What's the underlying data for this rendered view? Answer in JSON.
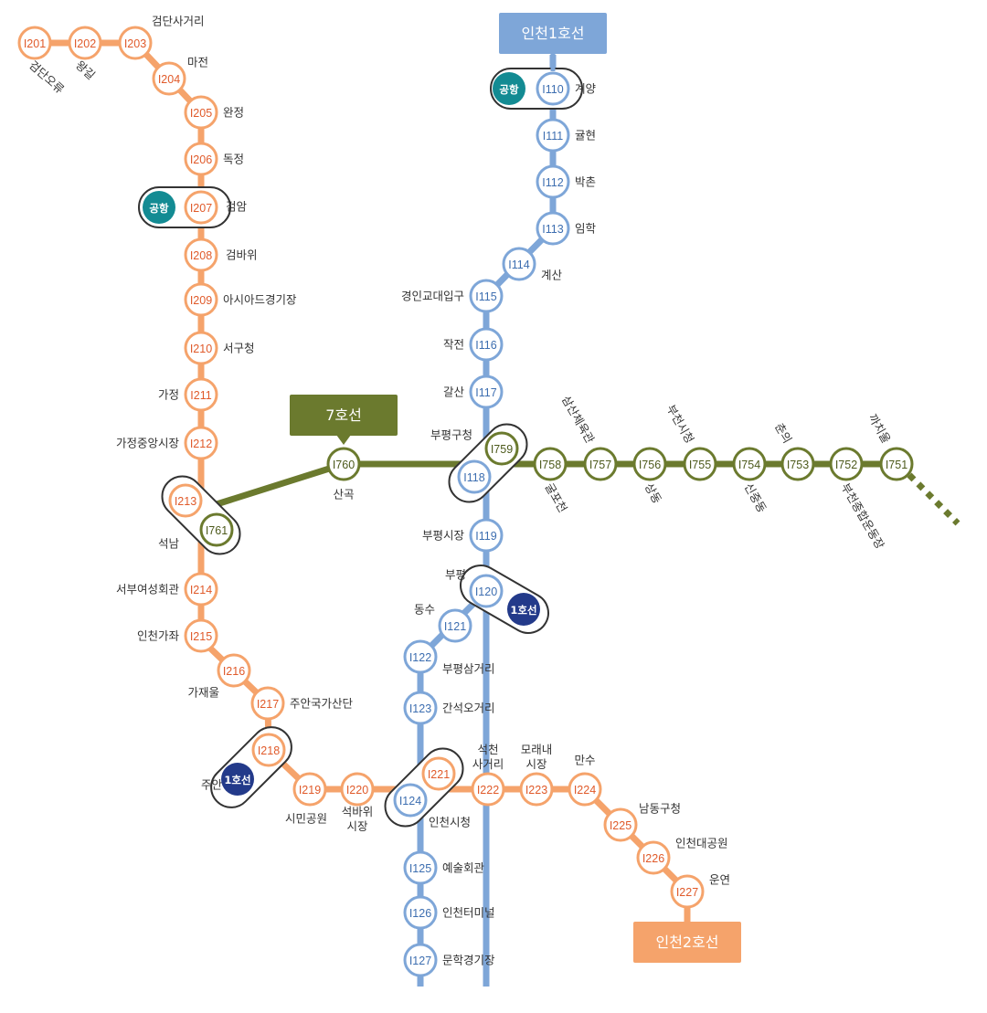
{
  "colors": {
    "line1": "#7ea6d8",
    "line1_code": "#3d6eb0",
    "line2": "#f5a36b",
    "line2_code": "#e05a2a",
    "line7": "#6b7a2e",
    "line7_code": "#4d5a1c",
    "airport": "#138b93",
    "korail1": "#233a8a"
  },
  "line_labels": {
    "incheon1": "인천1호선",
    "incheon2": "인천2호선",
    "seoul7": "7호선"
  },
  "badges": {
    "airport": "공항",
    "korail1": "1호선"
  },
  "line1_stations": [
    {
      "code": "I110",
      "name": "계양"
    },
    {
      "code": "I111",
      "name": "귤현"
    },
    {
      "code": "I112",
      "name": "박촌"
    },
    {
      "code": "I113",
      "name": "임학"
    },
    {
      "code": "I114",
      "name": "계산"
    },
    {
      "code": "I115",
      "name": "경인교대입구"
    },
    {
      "code": "I116",
      "name": "작전"
    },
    {
      "code": "I117",
      "name": "갈산"
    },
    {
      "code": "I118",
      "name": "부평구청"
    },
    {
      "code": "I119",
      "name": "부평시장"
    },
    {
      "code": "I120",
      "name": "부평"
    },
    {
      "code": "I121",
      "name": "동수"
    },
    {
      "code": "I122",
      "name": "부평삼거리"
    },
    {
      "code": "I123",
      "name": "간석오거리"
    },
    {
      "code": "I124",
      "name": "인천시청"
    },
    {
      "code": "I125",
      "name": "예술회관"
    },
    {
      "code": "I126",
      "name": "인천터미널"
    },
    {
      "code": "I127",
      "name": "문학경기장"
    }
  ],
  "line2_stations": [
    {
      "code": "I201",
      "name": "검단오류"
    },
    {
      "code": "I202",
      "name": "왕길"
    },
    {
      "code": "I203",
      "name": "검단사거리"
    },
    {
      "code": "I204",
      "name": "마전"
    },
    {
      "code": "I205",
      "name": "완정"
    },
    {
      "code": "I206",
      "name": "독정"
    },
    {
      "code": "I207",
      "name": "검암"
    },
    {
      "code": "I208",
      "name": "검바위"
    },
    {
      "code": "I209",
      "name": "아시아드경기장"
    },
    {
      "code": "I210",
      "name": "서구청"
    },
    {
      "code": "I211",
      "name": "가정"
    },
    {
      "code": "I212",
      "name": "가정중앙시장"
    },
    {
      "code": "I213",
      "name": "석남"
    },
    {
      "code": "I214",
      "name": "서부여성회관"
    },
    {
      "code": "I215",
      "name": "인천가좌"
    },
    {
      "code": "I216",
      "name": "가재울"
    },
    {
      "code": "I217",
      "name": "주안국가산단"
    },
    {
      "code": "I218",
      "name": "주안"
    },
    {
      "code": "I219",
      "name": "시민공원"
    },
    {
      "code": "I220",
      "name": "석바위\n시장"
    },
    {
      "code": "I221",
      "name": ""
    },
    {
      "code": "I222",
      "name": "석천\n사거리"
    },
    {
      "code": "I223",
      "name": "모래내\n시장"
    },
    {
      "code": "I224",
      "name": "만수"
    },
    {
      "code": "I225",
      "name": "남동구청"
    },
    {
      "code": "I226",
      "name": "인천대공원"
    },
    {
      "code": "I227",
      "name": "운연"
    }
  ],
  "line7_stations": [
    {
      "code": "I761",
      "name": ""
    },
    {
      "code": "I760",
      "name": "산곡"
    },
    {
      "code": "I759",
      "name": ""
    },
    {
      "code": "I758",
      "name": "굴포천"
    },
    {
      "code": "I757",
      "name": "삼산체육관"
    },
    {
      "code": "I756",
      "name": "상동"
    },
    {
      "code": "I755",
      "name": "부천시청"
    },
    {
      "code": "I754",
      "name": "신중동"
    },
    {
      "code": "I753",
      "name": "춘의"
    },
    {
      "code": "I752",
      "name": "부천종합운동장"
    },
    {
      "code": "I751",
      "name": "까치울"
    }
  ]
}
